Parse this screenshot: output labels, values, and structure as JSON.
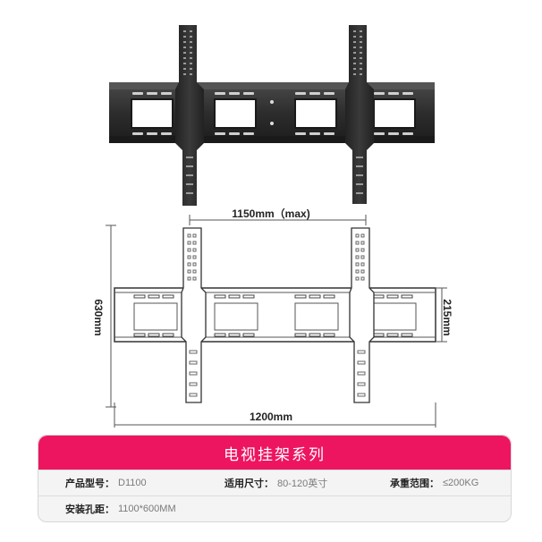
{
  "dimensions": {
    "top_width": "1150mm（max)",
    "bottom_width": "1200mm",
    "height_left": "630mm",
    "height_right": "215mm"
  },
  "specs": {
    "title": "电视挂架系列",
    "rows": [
      [
        {
          "label": "产品型号：",
          "value": "D1100"
        },
        {
          "label": "适用尺寸：",
          "value": "80-120英寸"
        },
        {
          "label": "承重范围：",
          "value": "≤200KG"
        }
      ],
      [
        {
          "label": "安装孔距：",
          "value": "1100*600MM"
        }
      ]
    ]
  },
  "colors": {
    "accent": "#ee1560",
    "metal_dark": "#2b2b2b",
    "metal_mid": "#3c3c3c",
    "line": "#555555"
  }
}
